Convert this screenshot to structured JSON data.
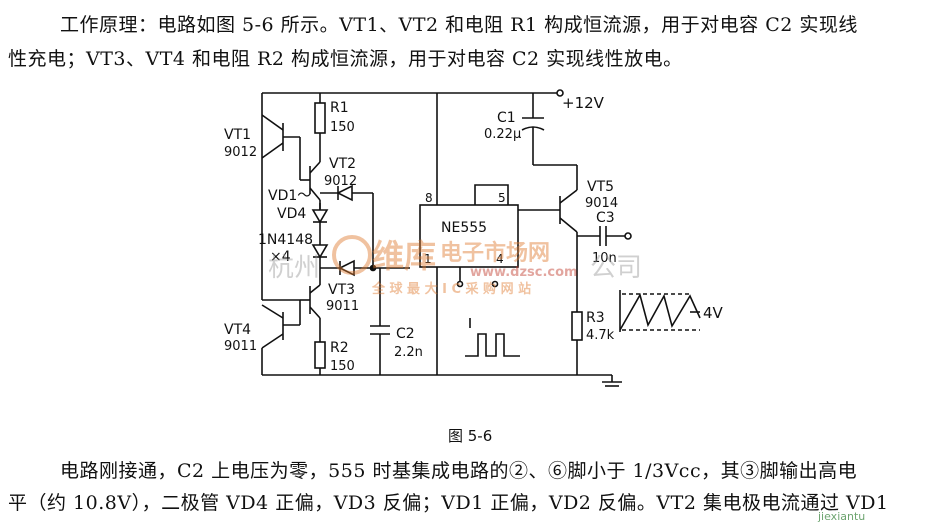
{
  "intro": {
    "line1": "工作原理：电路如图 5-6 所示。VT1、VT2 和电阻 R1 构成恒流源，用于对电容 C2 实现线",
    "line2": "性充电；VT3、VT4 和电阻 R2 构成恒流源，用于对电容 C2 实现线性放电。"
  },
  "circuit": {
    "supply": "+12V",
    "c1": {
      "name": "C1",
      "value": "0.22μ"
    },
    "r1": {
      "name": "R1",
      "value": "150"
    },
    "vt1": {
      "name": "VT1",
      "value": "9012"
    },
    "vt2": {
      "name": "VT2",
      "value": "9012"
    },
    "vd_top": "VD1～",
    "vd_bot": "VD4",
    "diode_type": "1N4148",
    "diode_count": "×4",
    "vt3": {
      "name": "VT3",
      "value": "9011"
    },
    "vt4": {
      "name": "VT4",
      "value": "9011"
    },
    "r2": {
      "name": "R2",
      "value": "150"
    },
    "c2": {
      "name": "C2",
      "value": "2.2n"
    },
    "ic": "NE555",
    "pins": {
      "p8": "8",
      "p5": "5",
      "p1": "1",
      "p4": "4"
    },
    "vt5": {
      "name": "VT5",
      "value": "9014"
    },
    "c3": {
      "name": "C3",
      "value": "10n"
    },
    "r3": {
      "name": "R3",
      "value": "4.7k"
    },
    "output_amplitude": "4V"
  },
  "caption": "图 5-6",
  "watermark": {
    "brand": "维库",
    "site": "电子市场网",
    "url": "www.dzsc.com",
    "slogan": "全 球 最 大 I C 采 购 网 站",
    "company_left": "杭州",
    "company_right": "公司",
    "corner": "jiexiantu"
  },
  "bottom": {
    "line1": "电路刚接通，C2 上电压为零，555 时基集成电路的②、⑥脚小于 1/3Vcc，其③脚输出高电",
    "line2": "平（约 10.8V），二极管 VD4 正偏，VD3 反偏；VD1 正偏，VD2 反偏。VT2 集电极电流通过 VD1"
  }
}
